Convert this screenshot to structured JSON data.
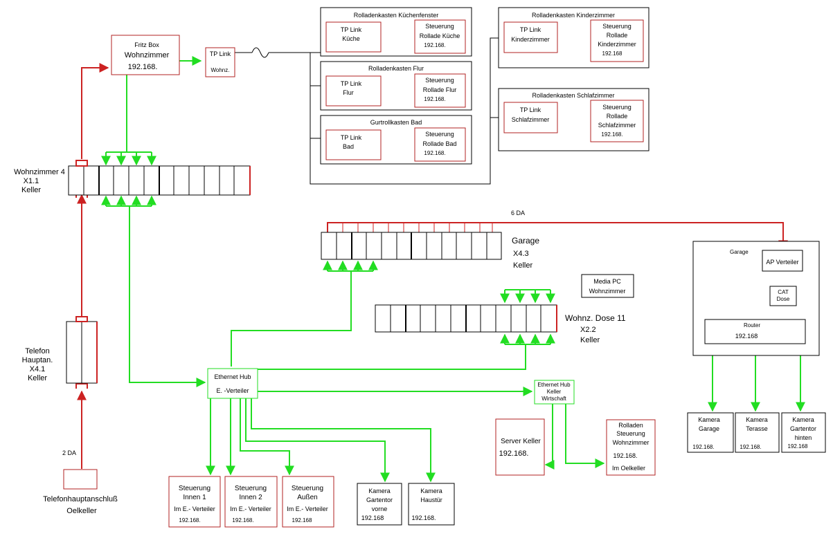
{
  "colors": {
    "network": "#22dd22",
    "phone": "#cc2222",
    "frame": "#000000",
    "device": "#b22222"
  },
  "fritzbox": {
    "line1": "Fritz Box",
    "line2": "Wohnzimmer",
    "ip": "192.168."
  },
  "tplink_wohnz": {
    "line1": "TP Link",
    "line2": "Wohnz."
  },
  "wohnzimmer_rail": {
    "line1": "Wohnzimmer 4",
    "line2": "X1.1",
    "line3": "Keller"
  },
  "telefon_rail": {
    "line1": "Telefon",
    "line2": "Hauptan.",
    "line3": "X4.1",
    "line4": "Keller"
  },
  "phone_line": {
    "label": "2 DA"
  },
  "telefonanschluss": {
    "line1": "Telefonhauptanschluß",
    "line2": "Oelkeller"
  },
  "rolladen_kueche": {
    "title": "Rolladenkasten Küchenfenster",
    "tp1": "TP Link",
    "tp2": "Küche",
    "st1": "Steuerung",
    "st2": "Rollade  Küche",
    "ip": "192.168."
  },
  "rolladen_flur": {
    "title": "Rolladenkasten Flur",
    "tp1": "TP Link",
    "tp2": "Flur",
    "st1": "Steuerung",
    "st2": "Rollade  Flur",
    "ip": "192.168."
  },
  "gurtroll_bad": {
    "title": "Gurtrollkasten Bad",
    "tp1": "TP Link",
    "tp2": "Bad",
    "st1": "Steuerung",
    "st2": "Rollade    Bad",
    "ip": "192.168."
  },
  "rolladen_kinder": {
    "title": "Rolladenkasten Kinderzimmer",
    "tp1": "TP Link",
    "tp2": "Kinderzimmer",
    "st1": "Steuerung",
    "st2": "Rollade",
    "st3": "Kinderzimmer",
    "ip": "192.168"
  },
  "rolladen_schlaf": {
    "title": "Rolladenkasten Schlafzimmer",
    "tp1": "TP Link",
    "tp2": "Schlafzimmer",
    "st1": "Steuerung",
    "st2": "Rollade",
    "st3": "Schlafzimmer",
    "ip": "192.168."
  },
  "da_label": "6 DA",
  "garage_rail": {
    "line1": "Garage",
    "line2": "X4.3",
    "line3": "Keller"
  },
  "media_pc": {
    "line1": "Media PC",
    "line2": "Wohnzimmer"
  },
  "wohnz_dose": {
    "line1": "Wohnz. Dose 11",
    "line2": "X2.2",
    "line3": "Keller"
  },
  "garage_box": {
    "title": "Garage",
    "ap": "AP Verteiler",
    "cat1": "CAT",
    "cat2": "Dose",
    "router": "Router",
    "router_ip": "192.168"
  },
  "kamera_garage": {
    "line1": "Kamera",
    "line2": "Garage",
    "ip": "192.168."
  },
  "kamera_terasse": {
    "line1": "Kamera",
    "line2": "Terasse",
    "ip": "192.168."
  },
  "kamera_hinten": {
    "line1": "Kamera",
    "line2": "Gartentor",
    "line3": "hinten",
    "ip": "192.168"
  },
  "eth_hub_ev": {
    "line1": "Ethernet Hub",
    "line2": "E. -Verteiler"
  },
  "eth_hub_keller": {
    "line1": "Ethernet Hub",
    "line2": "Keller",
    "line3": "Wirtschaft"
  },
  "server_keller": {
    "line1": "Server Keller",
    "ip": "192.168."
  },
  "rolladen_steuerung": {
    "line1": "Rolladen",
    "line2": "Steuerung",
    "line3": "Wohnzimmer",
    "ip": "192.168.",
    "line4": "Im Oelkeller"
  },
  "steuerung_innen1": {
    "line1": "Steuerung",
    "line2": "Innen 1",
    "line3": "Im E.- Verteiler",
    "ip": "192.168."
  },
  "steuerung_innen2": {
    "line1": "Steuerung",
    "line2": "Innen 2",
    "line3": "Im E.- Verteiler",
    "ip": "192.168."
  },
  "steuerung_aussen": {
    "line1": "Steuerung",
    "line2": "Außen",
    "line3": "Im E.- Verteiler",
    "ip": "192.168"
  },
  "kamera_vorne": {
    "line1": "Kamera",
    "line2": "Gartentor",
    "line3": "vorne",
    "ip": "192.168"
  },
  "kamera_haustuer": {
    "line1": "Kamera",
    "line2": "Haustür",
    "ip": "192.168."
  }
}
